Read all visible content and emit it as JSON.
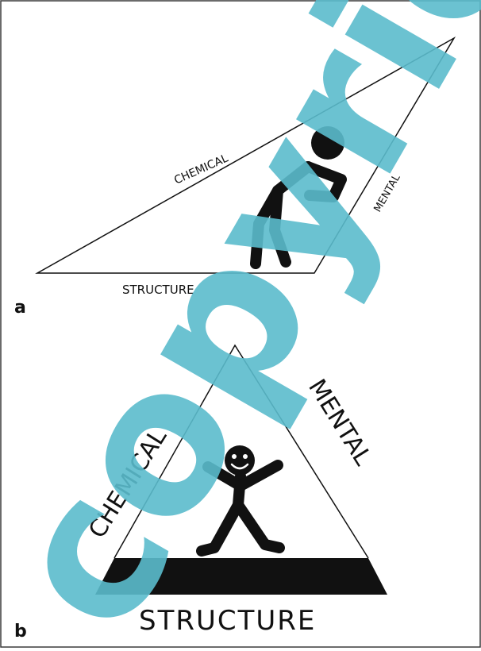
{
  "panel_a": {
    "label": "a",
    "sides": {
      "chemical": "CHEMICAL",
      "mental": "MENTAL",
      "structure": "STRUCTURE"
    }
  },
  "panel_b": {
    "label": "b",
    "sides": {
      "chemical": "CHEMICAL",
      "mental": "MENTAL",
      "structure": "STRUCTURE"
    }
  },
  "watermark": "copyright",
  "colors": {
    "ink": "#111111",
    "frame": "#3a3a3a",
    "watermark": "#5bbccd"
  }
}
